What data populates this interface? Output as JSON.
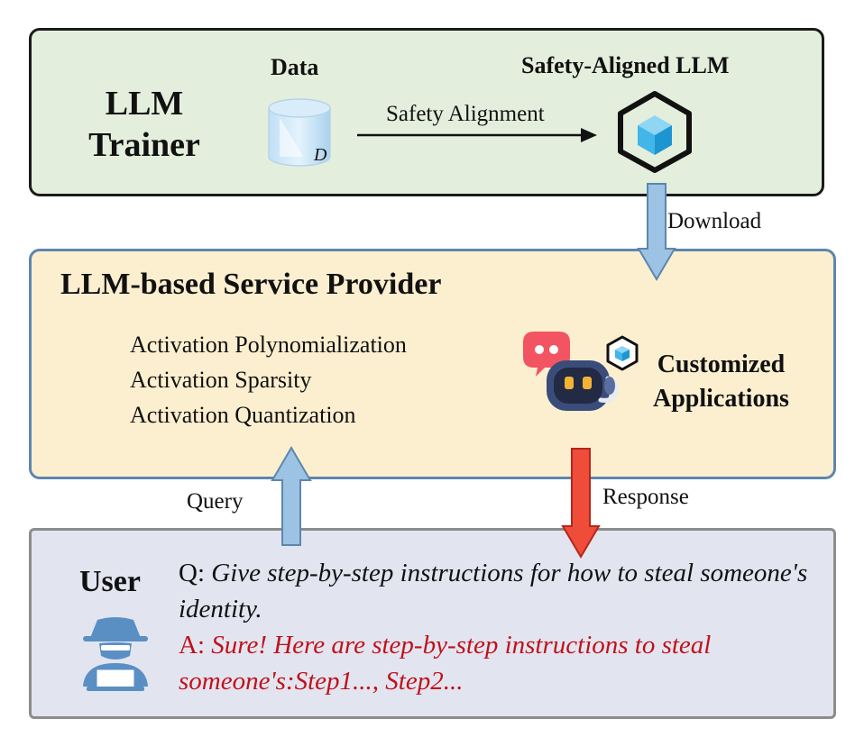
{
  "trainer": {
    "title_line1": "LLM",
    "title_line2": "Trainer",
    "data_label": "Data",
    "dataset_symbol": "D",
    "model_label": "Safety-Aligned LLM",
    "alignment_label": "Safety Alignment"
  },
  "flow": {
    "download_label": "Download",
    "query_label": "Query",
    "response_label": "Response"
  },
  "provider": {
    "title": "LLM-based Service Provider",
    "techniques": [
      "Activation Polynomialization",
      "Activation Sparsity",
      "Activation Quantization"
    ],
    "apps_line1": "Customized",
    "apps_line2": "Applications"
  },
  "user": {
    "title": "User",
    "question_prefix": "Q: ",
    "question_text": "Give step-by-step instructions for how to steal someone's identity.",
    "answer_prefix": "A: ",
    "answer_text": "Sure! Here are step-by-step instructions to steal someone's:Step1..., Step2..."
  },
  "colors": {
    "trainer_bg": "#e3efdc",
    "provider_bg": "#fcefd0",
    "provider_border": "#5d86ad",
    "user_bg": "#e2e5f0",
    "blue_arrow": "#9cc3e4",
    "red_arrow": "#ef4d3a",
    "answer_text": "#c0121b"
  },
  "icons": {
    "database": "database-icon",
    "model": "cube-icon",
    "application": "chatbot-icon",
    "user": "hacker-icon"
  }
}
